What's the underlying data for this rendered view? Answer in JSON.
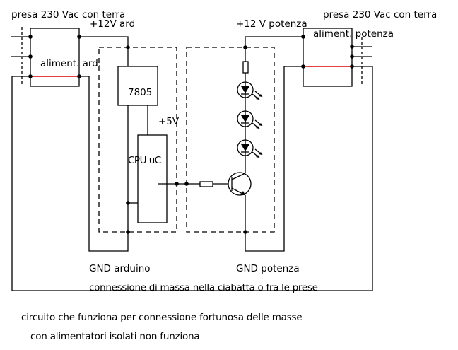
{
  "labels": {
    "socket_left": "presa 230 Vac con terra",
    "socket_right": "presa 230 Vac con terra",
    "v12_ard": "+12V ard",
    "v12_potenza": "+12 V potenza",
    "psu_ard": "aliment. ard.",
    "psu_potenza": "aliment. potenza",
    "regulator": "7805",
    "v5": "+5V",
    "cpu": "CPU uC",
    "gnd_arduino": "GND arduino",
    "gnd_potenza": "GND potenza",
    "ground_connection": "connessione di massa nella ciabatta o fra le prese",
    "note_line1": "circuito che funziona per connessione fortunosa delle masse",
    "note_line2": "con alimentatori isolati non  funziona"
  },
  "colors": {
    "wire": "#000000",
    "earth_link": "#e00000",
    "background": "#ffffff"
  },
  "components": {
    "led_count": 3
  }
}
